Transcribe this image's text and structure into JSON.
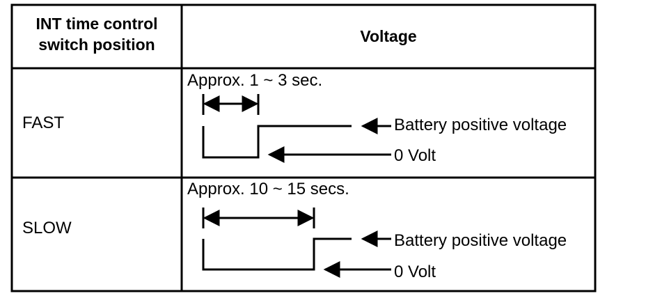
{
  "table": {
    "header": {
      "col1_line1": "INT time control",
      "col1_line2": "switch position",
      "col2": "Voltage"
    },
    "rows": [
      {
        "position": "FAST",
        "duration_label": "Approx. 1 ~ 3 sec.",
        "high_label": "Battery positive voltage",
        "low_label": "0 Volt"
      },
      {
        "position": "SLOW",
        "duration_label": "Approx. 10 ~ 15 secs.",
        "high_label": "Battery positive voltage",
        "low_label": "0 Volt"
      }
    ]
  },
  "colors": {
    "ink": "#000000",
    "background": "#ffffff"
  }
}
